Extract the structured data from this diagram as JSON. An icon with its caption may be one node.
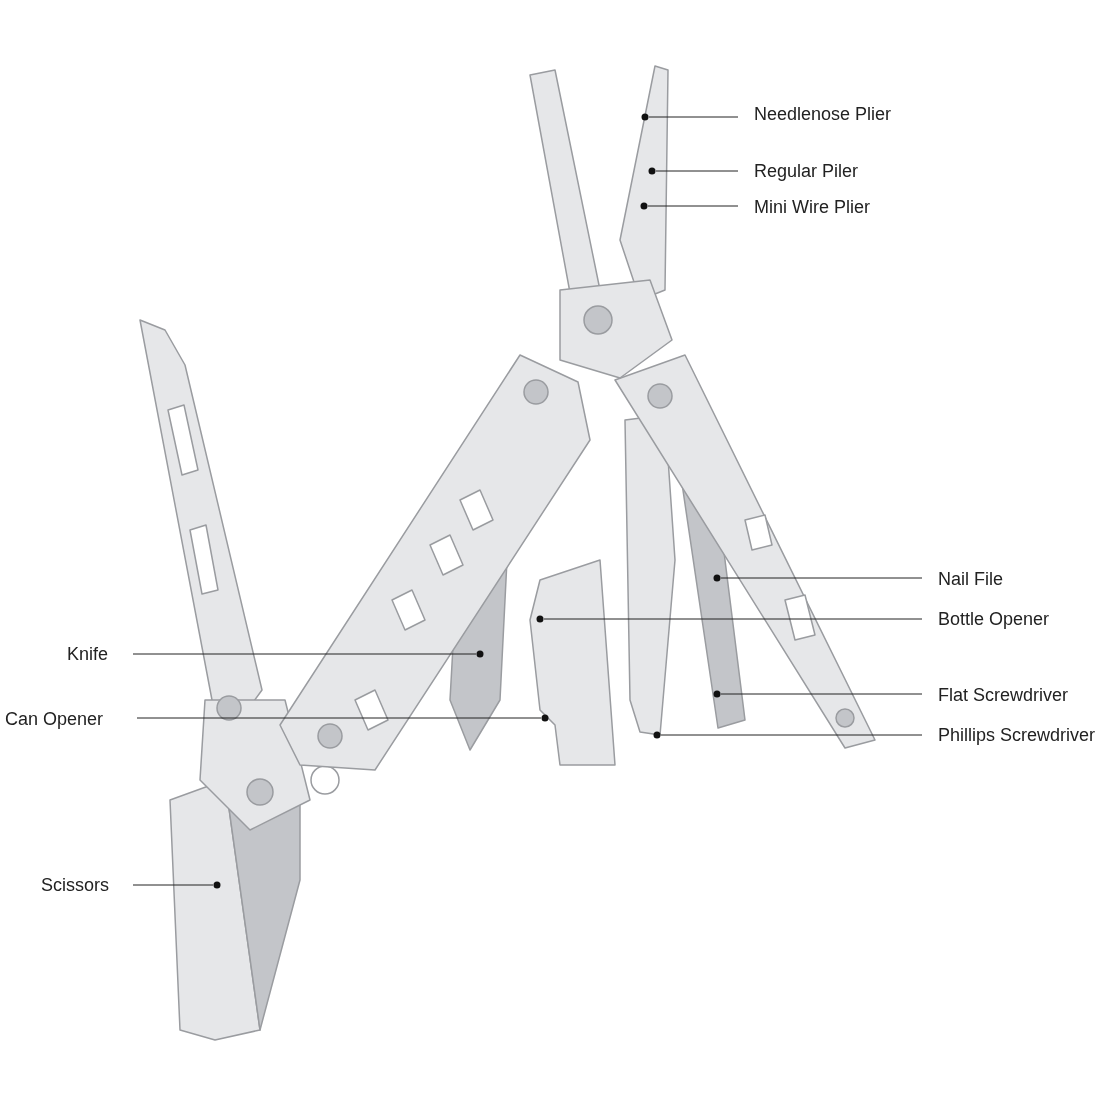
{
  "diagram": {
    "nodes": [
      {
        "text": [
          "Needlenose Plier"
        ]
      },
      {
        "text": [
          "Regular Piler"
        ]
      },
      {
        "text": [
          "Mini Wire Plier"
        ]
      },
      {
        "text": [
          "Nail File"
        ]
      },
      {
        "text": [
          "Bottle Opener"
        ]
      },
      {
        "text": [
          "Knife"
        ]
      },
      {
        "text": [
          "Flat Screwdriver"
        ]
      },
      {
        "text": [
          "Can Opener"
        ]
      },
      {
        "text": [
          "Phillips Screwdriver"
        ]
      },
      {
        "text": [
          "Scissors"
        ]
      },
      {
        "text": [],
        "shape": "circle"
      },
      {
        "text": [],
        "shape": "circle"
      },
      {
        "text": [],
        "shape": "circle"
      },
      {
        "text": [],
        "shape": "circle"
      },
      {
        "text": [],
        "shape": "circle"
      },
      {
        "text": [],
        "shape": "circle"
      },
      {
        "text": [],
        "shape": "circle"
      },
      {
        "text": [],
        "shape": "circle"
      },
      {
        "text": [],
        "shape": "circle"
      },
      {
        "text": [],
        "shape": "circle"
      }
    ],
    "edges": [
      {
        "from": 0,
        "to": 10,
        "arrow": "none"
      },
      {
        "from": 1,
        "to": 11,
        "arrow": "none"
      },
      {
        "from": 2,
        "to": 12,
        "arrow": "none"
      },
      {
        "from": 3,
        "to": 13,
        "arrow": "none"
      },
      {
        "from": 4,
        "to": 14,
        "arrow": "none"
      },
      {
        "from": 5,
        "to": 15,
        "arrow": "none"
      },
      {
        "from": 6,
        "to": 16,
        "arrow": "none"
      },
      {
        "from": 7,
        "to": 17,
        "arrow": "none"
      },
      {
        "from": 8,
        "to": 18,
        "arrow": "none"
      },
      {
        "from": 9,
        "to": 19,
        "arrow": "none"
      }
    ]
  }
}
